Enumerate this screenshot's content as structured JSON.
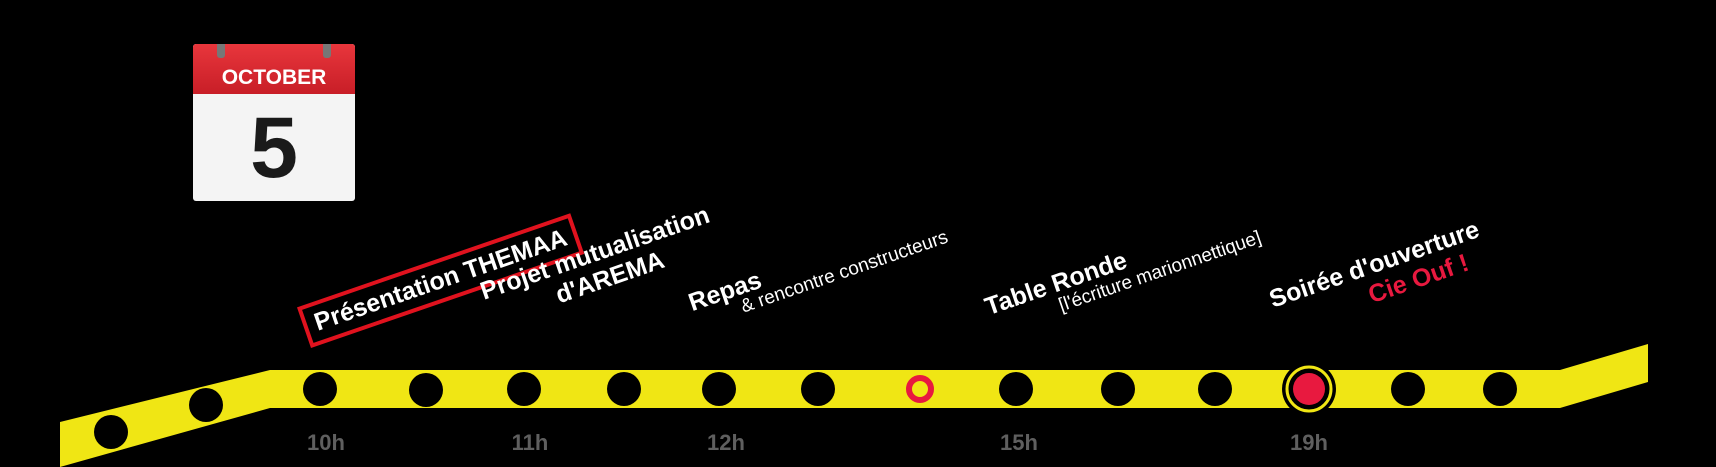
{
  "calendar": {
    "month": "OCTOBER",
    "day": "5"
  },
  "events": [
    {
      "lines": [
        "Présentation THEMAA"
      ],
      "highlighted": true
    },
    {
      "lines": [
        "Projet mutualisation",
        "d'AREMA"
      ]
    },
    {
      "main": "Repas",
      "sub": "& rencontre constructeurs"
    },
    {
      "main": "Table Ronde",
      "sub": "[l'écriture marionnettique]"
    },
    {
      "main": "Soirée d'ouverture",
      "accent": "Cie Ouf !"
    }
  ],
  "times": [
    "10h",
    "11h",
    "12h",
    "15h",
    "19h"
  ],
  "colors": {
    "background": "#000000",
    "track": "#f0e614",
    "stop": "#000000",
    "accent": "#e8193f",
    "highlight_box": "#e0121e",
    "time_label": "#5f5f5f"
  },
  "stops": {
    "count": 15,
    "marked_stop": 8,
    "current_stop": 12
  }
}
